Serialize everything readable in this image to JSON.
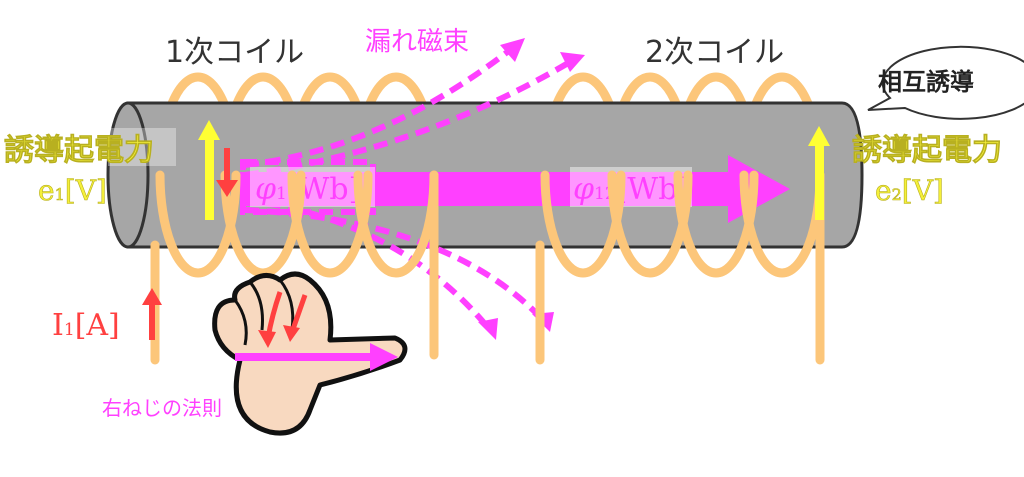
{
  "labels": {
    "primary_coil": "1次コイル",
    "secondary_coil": "2次コイル",
    "leakage_flux": "漏れ磁束",
    "mutual_induction": "相互誘導",
    "emf_left": "誘導起電力",
    "emf_right": "誘導起電力",
    "e1_sym": "e",
    "e1_sub": "1",
    "e1_unit": "[V]",
    "e2_sym": "e",
    "e2_sub": "2",
    "e2_unit": "[V]",
    "phi1_sym": "φ",
    "phi1_sub": "1",
    "phi1_unit": "[Wb]",
    "phi12_sym": "φ",
    "phi12_sub": "12",
    "phi12_unit": "[Wb]",
    "i1_sym": "I",
    "i1_sub": "1",
    "i1_unit": "[A]",
    "right_hand_rule": "右ねじの法則"
  },
  "colors": {
    "core": "#a6a6a6",
    "coil": "#fcc67a",
    "flux": "#ff40ff",
    "emf": "#ffff33",
    "current": "#ff4040"
  }
}
